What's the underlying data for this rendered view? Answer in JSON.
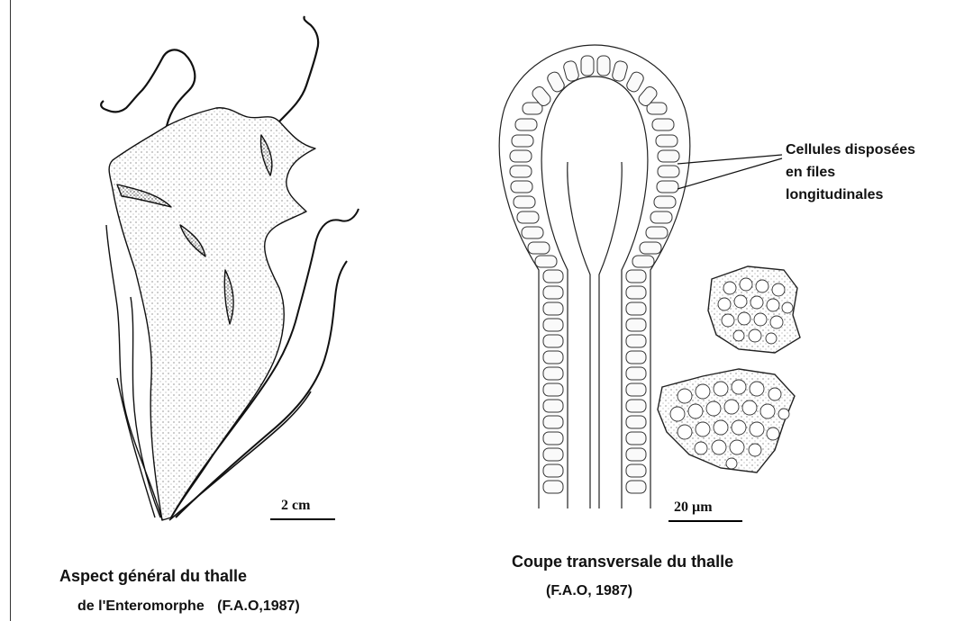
{
  "figure_left": {
    "scale_label": "2 cm",
    "caption_line1": "Aspect général du thalle",
    "caption_line2": "de l'Enteromorphe",
    "caption_source": "(F.A.O,1987)"
  },
  "figure_right": {
    "annotation_line1": "Cellules disposées",
    "annotation_line2": "en files",
    "annotation_line3": "longitudinales",
    "scale_label": "20 µm",
    "caption_line1": "Coupe transversale du thalle",
    "caption_source": "(F.A.O, 1987)"
  }
}
